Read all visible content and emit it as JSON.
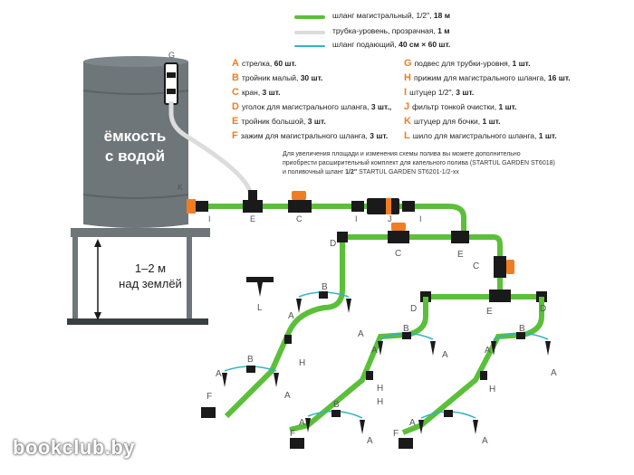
{
  "legend": [
    {
      "text": "шланг магистральный, 1/2\", ",
      "bold": "18 м",
      "color": "#5bbf3a"
    },
    {
      "text": "трубка-уровень, прозрачная, ",
      "bold": "1 м",
      "color": "#dcdcdc"
    },
    {
      "text": "шланг подающий, ",
      "bold": "40 см × 60 шт.",
      "color": "#2fb3c4"
    }
  ],
  "parts_left": [
    {
      "letter": "A",
      "name": "стрелка, ",
      "qty": "60 шт."
    },
    {
      "letter": "B",
      "name": "тройник малый, ",
      "qty": "30 шт."
    },
    {
      "letter": "C",
      "name": "кран, ",
      "qty": "3 шт."
    },
    {
      "letter": "D",
      "name": "уголок для магистрального шланга, ",
      "qty": "3 шт.,"
    },
    {
      "letter": "E",
      "name": "тройник большой, ",
      "qty": "3 шт."
    },
    {
      "letter": "F",
      "name": "зажим для магистрального шланга, ",
      "qty": "3 шт."
    }
  ],
  "parts_right": [
    {
      "letter": "G",
      "name": "подвес для трубки-уровня, ",
      "qty": "1 шт."
    },
    {
      "letter": "H",
      "name": "прижим для магистрального шланга, ",
      "qty": "16 шт."
    },
    {
      "letter": "I",
      "name": "штуцер 1/2\", ",
      "qty": "3 шт."
    },
    {
      "letter": "J",
      "name": "фильтр тонкой очистки, ",
      "qty": "1 шт."
    },
    {
      "letter": "K",
      "name": "штуцер для бочки, ",
      "qty": "1 шт."
    },
    {
      "letter": "L",
      "name": "шило для магистрального шланга, ",
      "qty": "1 шт."
    }
  ],
  "note": {
    "line1": "Для увеличения площади и изменения схемы полива вы можете дополнительно",
    "line2": "приобрести расширительный комплект для капельного полива (STARTUL GARDEN ST6018)",
    "line3_pre": "и поливочный шланг ",
    "line3_bold": "1/2\"",
    "line3_post": " STARTUL GARDEN ST6201-1/2-хх"
  },
  "tank": {
    "line1": "ёмкость",
    "line2": "с водой",
    "label_g": "G",
    "label_k": "K"
  },
  "stand": {
    "line1": "1–2 м",
    "line2": "над землёй"
  },
  "labels": {
    "main_line": [
      "I",
      "E",
      "C",
      "I",
      "J",
      "I"
    ],
    "branch": [
      "D",
      "C",
      "E",
      "C"
    ],
    "awl": "L",
    "left_group": [
      "B",
      "A",
      "A",
      "H",
      "B",
      "A",
      "A",
      "F"
    ],
    "mid_group": [
      "D",
      "B",
      "A",
      "A",
      "H",
      "B",
      "A",
      "H",
      "A",
      "F"
    ],
    "right_group": [
      "E",
      "D",
      "B",
      "A",
      "A",
      "H",
      "A",
      "A",
      "F"
    ]
  },
  "watermark": "bookclub.by",
  "colors": {
    "hose_main": "#5bbf3a",
    "hose_level": "#dcdcdc",
    "hose_feed": "#2fb3c4",
    "fitting": "#1a1a1a",
    "valve": "#f07d22",
    "tank": "#6e767a",
    "accent": "#f07d22"
  }
}
